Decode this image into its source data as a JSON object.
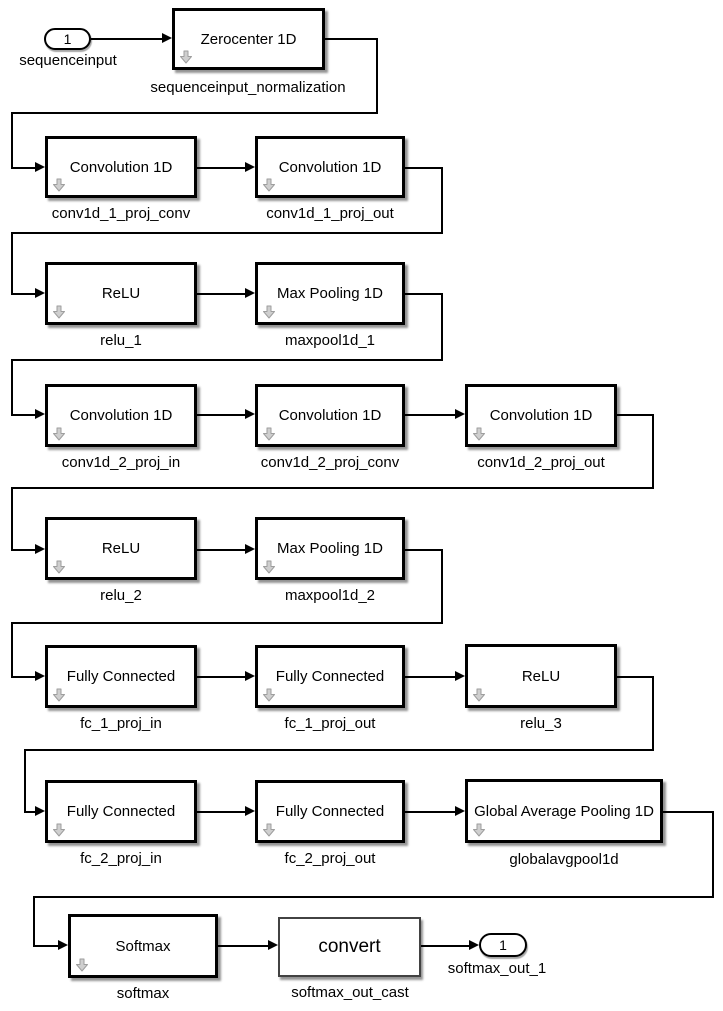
{
  "diagram": {
    "input_port": {
      "number": "1",
      "label": "sequenceinput"
    },
    "output_port": {
      "number": "1",
      "label": "softmax_out_1"
    },
    "icons": {
      "layer_badge": "down-arrow"
    },
    "blocks": [
      {
        "title": "Zerocenter 1D",
        "name": "sequenceinput_normalization"
      },
      {
        "title": "Convolution 1D",
        "name": "conv1d_1_proj_conv"
      },
      {
        "title": "Convolution 1D",
        "name": "conv1d_1_proj_out"
      },
      {
        "title": "ReLU",
        "name": "relu_1"
      },
      {
        "title": "Max Pooling 1D",
        "name": "maxpool1d_1"
      },
      {
        "title": "Convolution 1D",
        "name": "conv1d_2_proj_in"
      },
      {
        "title": "Convolution 1D",
        "name": "conv1d_2_proj_conv"
      },
      {
        "title": "Convolution 1D",
        "name": "conv1d_2_proj_out"
      },
      {
        "title": "ReLU",
        "name": "relu_2"
      },
      {
        "title": "Max Pooling 1D",
        "name": "maxpool1d_2"
      },
      {
        "title": "Fully Connected",
        "name": "fc_1_proj_in"
      },
      {
        "title": "Fully Connected",
        "name": "fc_1_proj_out"
      },
      {
        "title": "ReLU",
        "name": "relu_3"
      },
      {
        "title": "Fully Connected",
        "name": "fc_2_proj_in"
      },
      {
        "title": "Fully Connected",
        "name": "fc_2_proj_out"
      },
      {
        "title": "Global Average Pooling 1D",
        "name": "globalavgpool1d"
      },
      {
        "title": "Softmax",
        "name": "softmax"
      },
      {
        "title": "convert",
        "name": "softmax_out_cast"
      }
    ]
  }
}
